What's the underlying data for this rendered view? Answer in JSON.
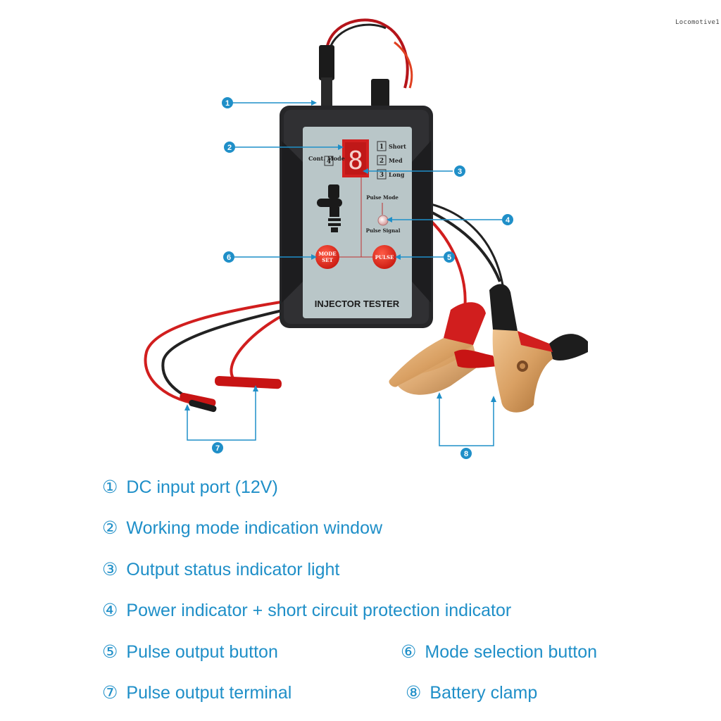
{
  "watermark": "Locomotive1",
  "device": {
    "title": "INJECTOR TESTER",
    "display_digit": "8",
    "cont_mode": "Cont. Mode",
    "cont_mode_num": "4",
    "modes": [
      {
        "num": "1",
        "label": "Short"
      },
      {
        "num": "2",
        "label": "Med"
      },
      {
        "num": "3",
        "label": "Long"
      }
    ],
    "pulse_mode_label": "Pulse Mode",
    "pulse_signal_label": "Pulse Signal",
    "mode_button": [
      "MODE",
      "SET"
    ],
    "pulse_button": "PULSE"
  },
  "callouts": [
    "1",
    "2",
    "3",
    "4",
    "5",
    "6",
    "7",
    "8"
  ],
  "legend": [
    {
      "num": "①",
      "text": "DC input port (12V)"
    },
    {
      "num": "②",
      "text": "Working mode indication window"
    },
    {
      "num": "③",
      "text": "Output status indicator light"
    },
    {
      "num": "④",
      "text": "Power indicator + short circuit protection indicator"
    },
    {
      "num": "⑤",
      "text": "Pulse output button"
    },
    {
      "num": "⑥",
      "text": "Mode selection button"
    },
    {
      "num": "⑦",
      "text": "Pulse output terminal"
    },
    {
      "num": "⑧",
      "text": "Battery clamp"
    }
  ],
  "colors": {
    "accent": "#1f8fc8",
    "device_body": "#2a2a2c",
    "panel": "#b9c6c8",
    "button_red": "#e02418",
    "clamp_copper": "#d9a063"
  }
}
